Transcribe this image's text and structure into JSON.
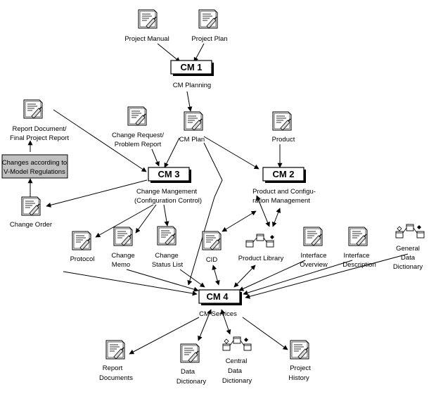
{
  "boxes": {
    "cm1": "CM 1",
    "cm2": "CM 2",
    "cm3": "CM 3",
    "cm4": "CM 4"
  },
  "box_labels": {
    "cm1": [
      "CM Planning"
    ],
    "cm2": [
      "Product and Configu-",
      "ration Management"
    ],
    "cm3": [
      "Change Mangement",
      "(Configuration Control)"
    ],
    "cm4": [
      "CM Services"
    ]
  },
  "documents": {
    "project_manual": [
      "Project Manual"
    ],
    "project_plan": [
      "Project Plan"
    ],
    "report_document": [
      "Report Document/",
      "Final Project Report"
    ],
    "change_request": [
      "Change Request/",
      "Problem Report"
    ],
    "cm_plan": [
      "CM Plan"
    ],
    "product": [
      "Product"
    ],
    "change_order": [
      "Change Order"
    ],
    "protocol": [
      "Protocol"
    ],
    "change_memo": [
      "Change",
      "Memo"
    ],
    "change_status_list": [
      "Change",
      "Status List"
    ],
    "cid": [
      "CID"
    ],
    "product_library": [
      "Product Library"
    ],
    "interface_overview": [
      "Interface",
      "Overview"
    ],
    "interface_description": [
      "Interface",
      "Description"
    ],
    "general_data_dictionary": [
      "General",
      "Data",
      "Dictionary"
    ],
    "report_documents": [
      "Report",
      "Documents"
    ],
    "data_dictionary": [
      "Data",
      "Dictionary"
    ],
    "central_data_dictionary": [
      "Central",
      "Data",
      "Dictionary"
    ],
    "project_history": [
      "Project",
      "History"
    ]
  },
  "note": [
    "Changes according to",
    "V-Model Regulations"
  ]
}
